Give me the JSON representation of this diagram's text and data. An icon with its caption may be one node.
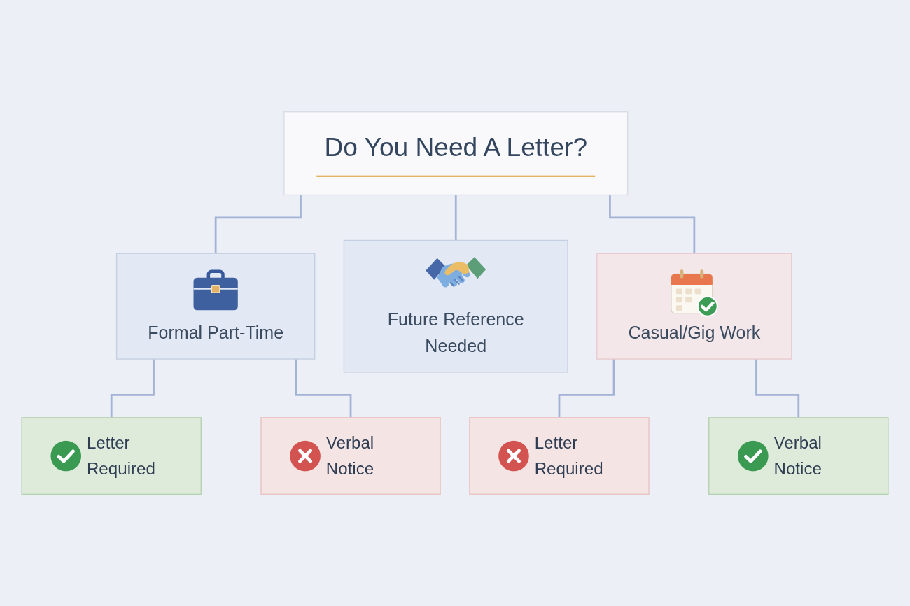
{
  "diagram": {
    "nodes": [
      {
        "text": [
          "Do You Need A Letter?"
        ]
      },
      {
        "text": [
          "Formal Part-Time"
        ]
      },
      {
        "text": [
          "Future Reference Needed"
        ]
      },
      {
        "text": [
          "Casual/Gig Work"
        ]
      },
      {
        "text": [
          "Letter Required"
        ]
      },
      {
        "text": [
          "Verbal Notice"
        ]
      },
      {
        "text": [
          "Letter Required"
        ]
      },
      {
        "text": [
          "Verbal Notice"
        ]
      }
    ],
    "edges": [
      {
        "from": 0,
        "to": 1,
        "arrow": "none"
      },
      {
        "from": 0,
        "to": 2,
        "arrow": "none"
      },
      {
        "from": 0,
        "to": 3,
        "arrow": "none"
      },
      {
        "from": 1,
        "to": 4,
        "arrow": "none"
      },
      {
        "from": 1,
        "to": 5,
        "arrow": "none"
      },
      {
        "from": 3,
        "to": 6,
        "arrow": "none"
      },
      {
        "from": 3,
        "to": 7,
        "arrow": "none"
      }
    ]
  }
}
